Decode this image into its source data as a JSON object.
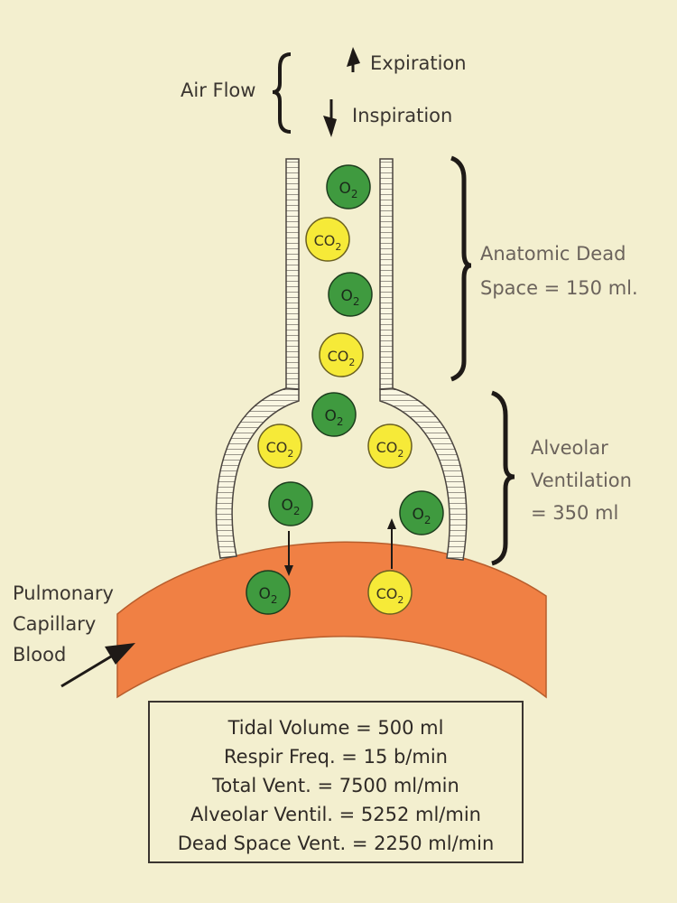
{
  "airflow": {
    "label": "Air Flow",
    "expiration": "Expiration",
    "inspiration": "Inspiration"
  },
  "dead_space": {
    "line1": "Anatomic Dead",
    "line2": "Space = 150 ml."
  },
  "alveolar": {
    "line1": "Alveolar",
    "line2": "Ventilation",
    "line3": "= 350 ml"
  },
  "blood": {
    "line1": "Pulmonary",
    "line2": "Capillary",
    "line3": "Blood"
  },
  "molecules": {
    "o2": "O",
    "co2": "CO",
    "sub": "2"
  },
  "summary": {
    "tidal_volume": "Tidal Volume = 500 ml",
    "respir_freq": "Respir Freq.   = 15 b/min",
    "total_vent": "Total Vent.    = 7500 ml/min",
    "alveolar_ventil": "Alveolar Ventil. = 5252 ml/min",
    "dead_space_vent": "Dead Space Vent. = 2250 ml/min"
  },
  "colors": {
    "background": "#f3efcf",
    "o2_green": "#3f9a3f",
    "co2_yellow": "#f6ea38",
    "blood": "#f08044",
    "ink": "#2f2a26"
  }
}
